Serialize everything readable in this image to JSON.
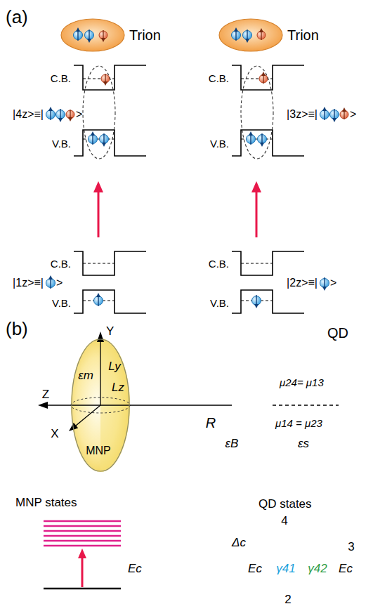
{
  "diagram": {
    "nodes": [
      {
        "text": [
          "Trion"
        ]
      },
      {
        "text": [
          "Trion"
        ]
      },
      {
        "text": [
          "εm",
          "Ly",
          "Lz",
          "MNP"
        ]
      }
    ],
    "labels": [
      "(a)",
      "C.B.",
      "|4z>≡|",
      ">",
      "V.B.",
      "C.B.",
      "|3z>≡|",
      ">",
      "V.B.",
      "C.B.",
      "|1z>≡|",
      ">",
      "V.B.",
      "C.B.",
      "|2z>≡|",
      ">",
      "V.B.",
      "(b)",
      "Y",
      "QD",
      "Z",
      "μ24= μ13",
      "R",
      "μ14 = μ23",
      "X",
      "εB",
      "εs",
      "MNP states",
      "QD states",
      "4",
      "Δc",
      "3",
      "Ec",
      "Ec",
      "γ41",
      "γ42",
      "Ec",
      "2"
    ]
  }
}
